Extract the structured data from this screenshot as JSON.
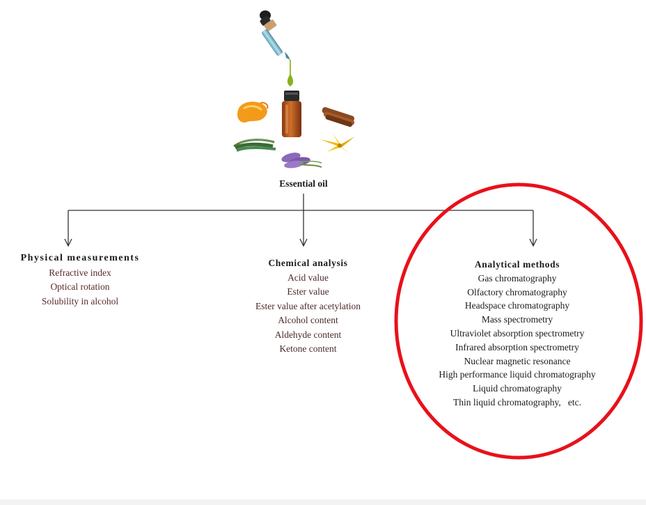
{
  "root": {
    "label": "Essential oil"
  },
  "physical": {
    "heading": "Physical measurements",
    "items": [
      "Refractive index",
      "Optical rotation",
      "Solubility in alcohol"
    ]
  },
  "chemical": {
    "heading": "Chemical analysis",
    "items": [
      "Acid value",
      "Ester value",
      "Ester value after acetylation",
      "Alcohol content",
      "Aldehyde content",
      "Ketone content"
    ]
  },
  "analytical": {
    "heading": "Analytical methods",
    "items": [
      "Gas chromatography",
      "Olfactory chromatography",
      "Headspace chromatography",
      "Mass spectrometry",
      "Ultraviolet absorption spectrometry",
      "Infrared absorption spectrometry",
      "Nuclear magnetic resonance",
      "High performance liquid chromatography",
      "Liquid chromatography",
      "Thin liquid chromatography,   etc."
    ]
  },
  "colors": {
    "line": "#333333",
    "highlight": "#e8111a",
    "bottle": "#b8561e",
    "bottle_cap": "#2a2a2a",
    "drop": "#8ab020"
  },
  "icons": [
    "dropper-icon",
    "oil-drop-icon",
    "amber-bottle-icon",
    "orange-peel-icon",
    "cinnamon-icon",
    "rosemary-icon",
    "lavender-icon",
    "ylang-flower-icon"
  ]
}
